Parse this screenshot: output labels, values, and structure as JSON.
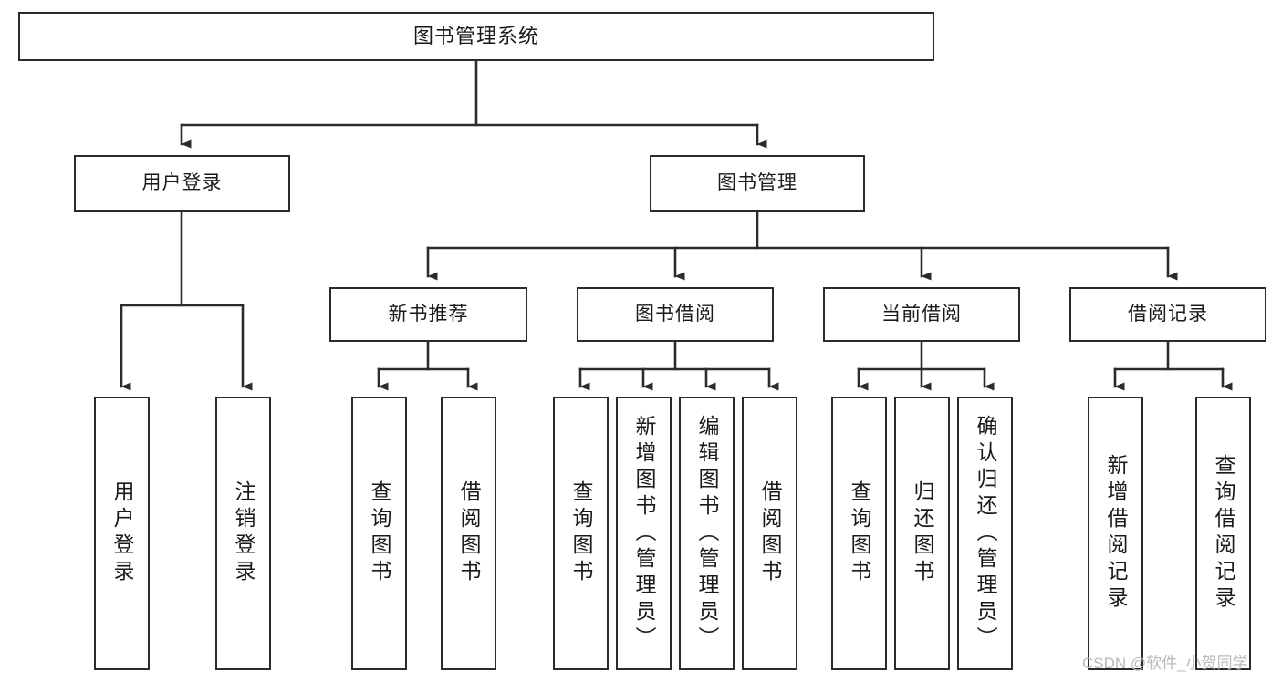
{
  "diagram": {
    "type": "tree-flowchart",
    "title": "图书管理系统",
    "line_color": "#2b2b2b",
    "box_fill": "#ffffff",
    "text_color": "#1a1a1a",
    "watermark": "CSDN @软件_小贺同学"
  },
  "nodes": {
    "root": {
      "label": "图书管理系统"
    },
    "level2": [
      {
        "label": "用户登录"
      },
      {
        "label": "图书管理"
      }
    ],
    "level3": [
      {
        "label": "新书推荐"
      },
      {
        "label": "图书借阅"
      },
      {
        "label": "当前借阅"
      },
      {
        "label": "借阅记录"
      }
    ],
    "leaves": {
      "user_login": [
        {
          "label": "用户登录"
        },
        {
          "label": "注销登录"
        }
      ],
      "new_book_recommend": [
        {
          "label": "查询图书"
        },
        {
          "label": "借阅图书"
        }
      ],
      "book_borrow": [
        {
          "label": "查询图书"
        },
        {
          "label": "新增图书（管理员）"
        },
        {
          "label": "编辑图书（管理员）"
        },
        {
          "label": "借阅图书"
        }
      ],
      "current_borrow": [
        {
          "label": "查询图书"
        },
        {
          "label": "归还图书"
        },
        {
          "label": "确认归还（管理员）"
        }
      ],
      "borrow_record": [
        {
          "label": "新增借阅记录"
        },
        {
          "label": "查询借阅记录"
        }
      ]
    }
  }
}
